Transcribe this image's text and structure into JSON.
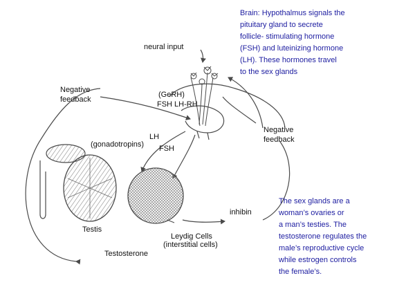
{
  "colors": {
    "diagram_text": "#111111",
    "caption_text": "#1c1ca0",
    "line": "#4a4a4a"
  },
  "labels": {
    "neural_input": "neural input",
    "negative_feedback_left": [
      "Negative",
      "feedback"
    ],
    "gerh": "(GeRH)",
    "fsh_lhrh": "FSH LH-RH",
    "negative_feedback_right": [
      "Negative",
      "feedback"
    ],
    "lh": "LH",
    "gonadotropins": "(gonadotropins)",
    "fsh": "FSH",
    "testis": "Testis",
    "inhibin": "inhibin",
    "leydig_cells": "Leydig Cells",
    "interstitial_cells": "(interstitial cells)",
    "testosterone": "Testosterone"
  },
  "captions": {
    "brain": [
      "Brain: Hypothalmus signals the",
      "pituitary gland to secrete",
      "follicle- stimulating hormone",
      "(FSH) and luteinizing hormone",
      "(LH). These hormones travel",
      "to the sex glands"
    ],
    "sex_glands": [
      "The sex glands are a",
      "woman’s ovaries or",
      "a man’s testies. The",
      "testosterone regulates the",
      "male’s reproductive cycle",
      "while estrogen controls",
      "the female’s."
    ]
  }
}
